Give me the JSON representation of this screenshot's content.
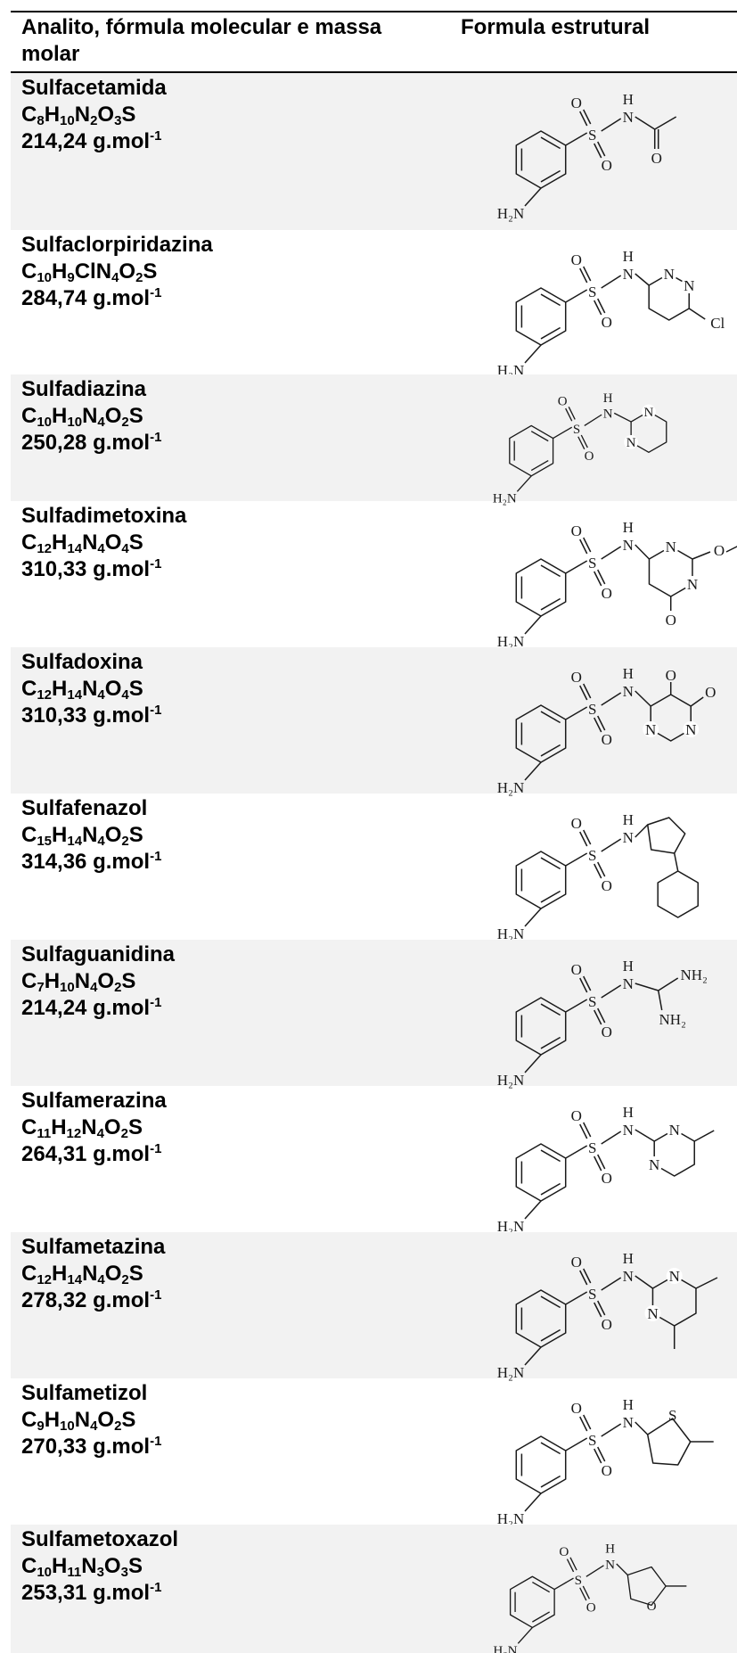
{
  "header": {
    "col1": "Analito, fórmula molecular e massa molar",
    "col2": "Formula estrutural"
  },
  "rows": [
    {
      "name": "Sulfacetamida",
      "formula": [
        [
          "C",
          "8"
        ],
        [
          "H",
          "10"
        ],
        [
          "N",
          "2"
        ],
        [
          "O",
          "3"
        ],
        [
          "S",
          ""
        ]
      ],
      "mass": "214,24 g.mol",
      "mass_exp": "-1"
    },
    {
      "name": "Sulfaclorpiridazina",
      "formula": [
        [
          "C",
          "10"
        ],
        [
          "H",
          "9"
        ],
        [
          "ClN",
          "4"
        ],
        [
          "O",
          "2"
        ],
        [
          "S",
          ""
        ]
      ],
      "mass": "284,74 g.mol",
      "mass_exp": "-1"
    },
    {
      "name": "Sulfadiazina",
      "formula": [
        [
          "C",
          "10"
        ],
        [
          "H",
          "10"
        ],
        [
          "N",
          "4"
        ],
        [
          "O",
          "2"
        ],
        [
          "S",
          ""
        ]
      ],
      "mass": "250,28 g.mol",
      "mass_exp": "-1"
    },
    {
      "name": "Sulfadimetoxina",
      "formula": [
        [
          "C",
          "12"
        ],
        [
          "H",
          "14"
        ],
        [
          "N",
          "4"
        ],
        [
          "O",
          "4"
        ],
        [
          "S",
          ""
        ]
      ],
      "mass": "310,33 g.mol",
      "mass_exp": "-1"
    },
    {
      "name": "Sulfadoxina",
      "formula": [
        [
          "C",
          "12"
        ],
        [
          "H",
          "14"
        ],
        [
          "N",
          "4"
        ],
        [
          "O",
          "4"
        ],
        [
          "S",
          ""
        ]
      ],
      "mass": "310,33 g.mol",
      "mass_exp": "-1"
    },
    {
      "name": "Sulfafenazol",
      "formula": [
        [
          "C",
          "15"
        ],
        [
          "H",
          "14"
        ],
        [
          "N",
          "4"
        ],
        [
          "O",
          "2"
        ],
        [
          "S",
          ""
        ]
      ],
      "mass": "314,36 g.mol",
      "mass_exp": "-1"
    },
    {
      "name": "Sulfaguanidina",
      "formula": [
        [
          "C",
          "7"
        ],
        [
          "H",
          "10"
        ],
        [
          "N",
          "4"
        ],
        [
          "O",
          "2"
        ],
        [
          "S",
          ""
        ]
      ],
      "mass": "214,24 g.mol",
      "mass_exp": "-1"
    },
    {
      "name": "Sulfamerazina",
      "formula": [
        [
          "C",
          "11"
        ],
        [
          "H",
          "12"
        ],
        [
          "N",
          "4"
        ],
        [
          "O",
          "2"
        ],
        [
          "S",
          ""
        ]
      ],
      "mass": "264,31 g.mol",
      "mass_exp": "-1"
    },
    {
      "name": "Sulfametazina",
      "formula": [
        [
          "C",
          "12"
        ],
        [
          "H",
          "14"
        ],
        [
          "N",
          "4"
        ],
        [
          "O",
          "2"
        ],
        [
          "S",
          ""
        ]
      ],
      "mass": "278,32 g.mol",
      "mass_exp": "-1"
    },
    {
      "name": "Sulfametizol",
      "formula": [
        [
          "C",
          "9"
        ],
        [
          "H",
          "10"
        ],
        [
          "N",
          "4"
        ],
        [
          "O",
          "2"
        ],
        [
          "S",
          ""
        ]
      ],
      "mass": "270,33 g.mol",
      "mass_exp": "-1"
    },
    {
      "name": "Sulfametoxazol",
      "formula": [
        [
          "C",
          "10"
        ],
        [
          "H",
          "11"
        ],
        [
          "N",
          "3"
        ],
        [
          "O",
          "3"
        ],
        [
          "S",
          ""
        ]
      ],
      "mass": "253,31 g.mol",
      "mass_exp": "-1"
    }
  ],
  "atoms": {
    "amine": "H₂N",
    "nh_n": "N",
    "nh_h": "H",
    "o": "O",
    "s": "S",
    "n": "N",
    "cl": "Cl",
    "nh2": "NH₂"
  }
}
